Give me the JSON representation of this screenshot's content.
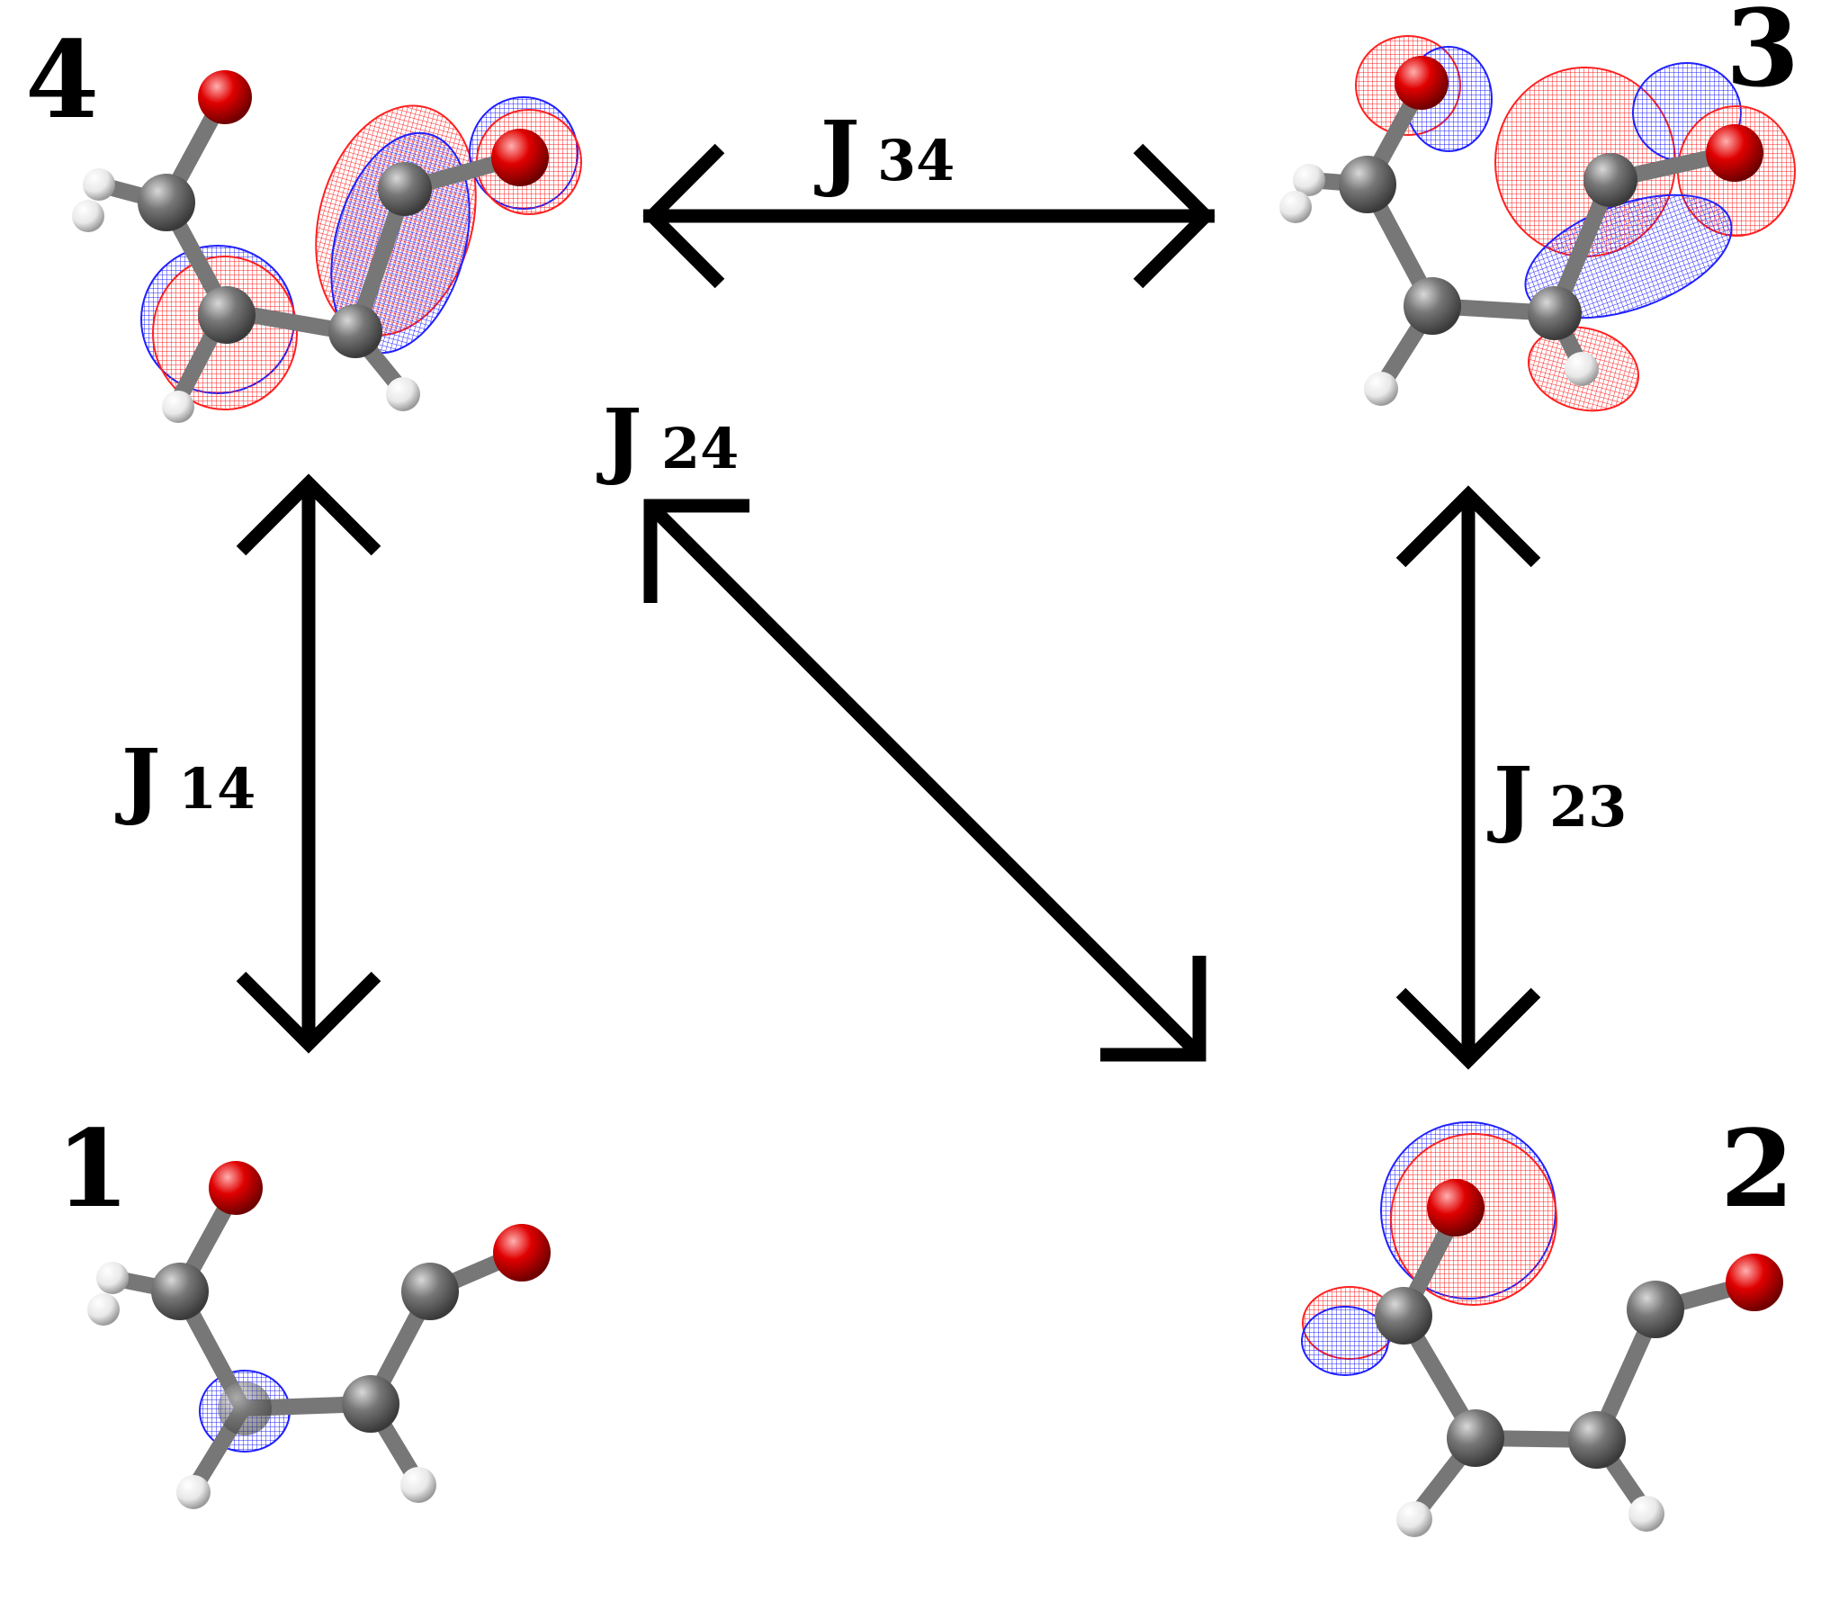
{
  "states": [
    {
      "id": "state-1",
      "label": "1"
    },
    {
      "id": "state-2",
      "label": "2"
    },
    {
      "id": "state-3",
      "label": "3"
    },
    {
      "id": "state-4",
      "label": "4"
    }
  ],
  "couplings": [
    {
      "id": "j34",
      "symbol": "J",
      "subscript": "34",
      "from": "4",
      "to": "3"
    },
    {
      "id": "j24",
      "symbol": "J",
      "subscript": "24",
      "from": "2",
      "to": "4"
    },
    {
      "id": "j14",
      "symbol": "J",
      "subscript": "14",
      "from": "1",
      "to": "4"
    },
    {
      "id": "j23",
      "symbol": "J",
      "subscript": "23",
      "from": "2",
      "to": "3"
    }
  ],
  "colors": {
    "arrow": "#000000",
    "carbon": "#6f6f6f",
    "oxygen": "#e00000",
    "nitrogen": "#2233cc",
    "hydrogen": "#f2f2f2",
    "orbital_positive": "#ff0000",
    "orbital_negative": "#0000ff",
    "bond": "#777777"
  }
}
